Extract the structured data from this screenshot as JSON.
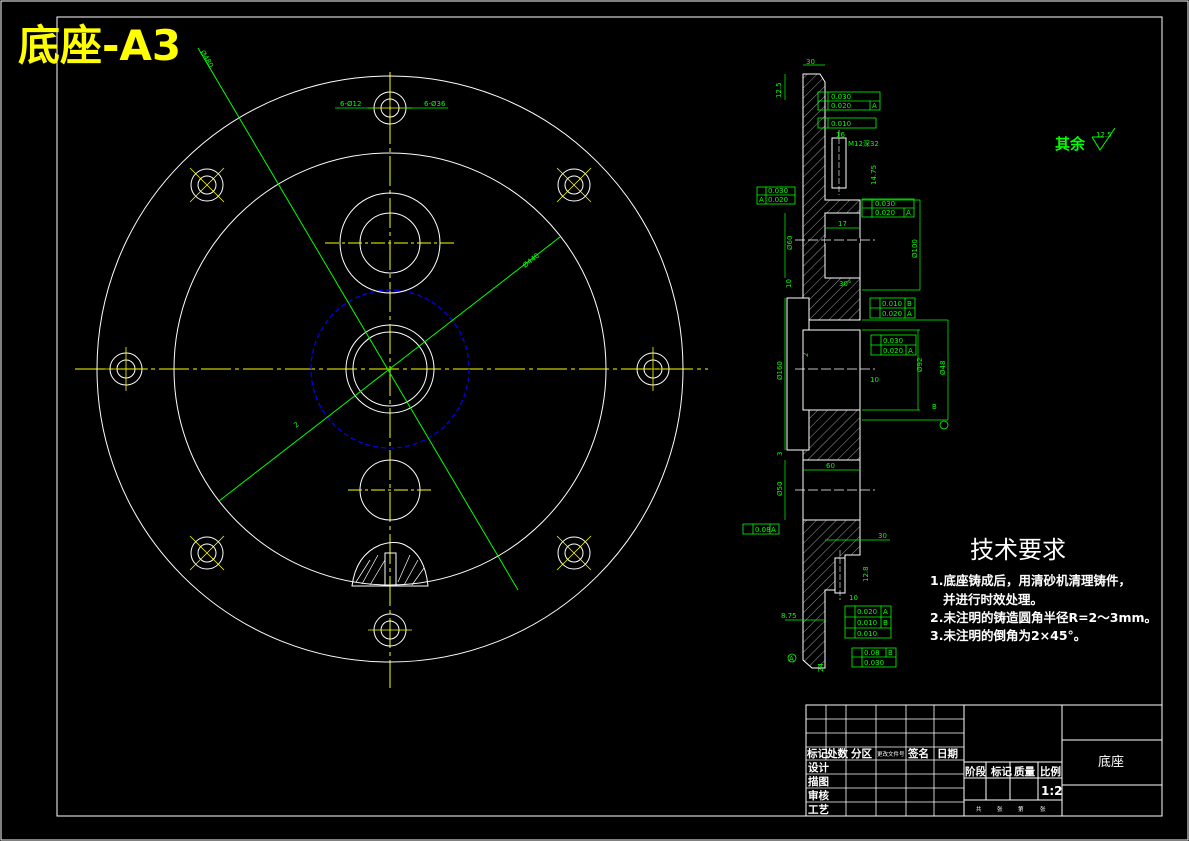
{
  "drawing_title": "底座-A3",
  "colors": {
    "background": "#000000",
    "outline": "#ffffff",
    "centerline": "#ffff00",
    "dimension": "#00ff00",
    "hidden": "#0000ff",
    "title": "#ffff00"
  },
  "plan_view": {
    "dim_holes_small": "6-Ø12",
    "dim_holes_big": "6-Ø36",
    "dim_outer_diameter": "Ø440",
    "dim_diagonal": "Ø480",
    "dim_note_r": "2"
  },
  "section_view": {
    "dims": {
      "top_width": "30",
      "top_height": "12.5",
      "tol_1a": "0.030",
      "tol_1b": "0.020",
      "tol_1b_ref": "A",
      "tol_2": "0.010",
      "thread_depth": "16",
      "thread": "M12深32",
      "depth_1": "14.75",
      "tol_left_a": "0.030",
      "tol_left_b": "0.020",
      "tol_left_ref": "A",
      "tol_3a": "0.030",
      "tol_3b": "0.020",
      "tol_3_ref": "A",
      "width_17": "17",
      "dia_60": "Ø60",
      "dia_100": "Ø100",
      "depth_10": "10",
      "chamfer_30": "30°",
      "tol_4a": "0.010",
      "tol_4a_ref": "B",
      "tol_4b": "0.020",
      "tol_4b_ref": "A",
      "tol_5a": "0.030",
      "tol_5b": "0.020",
      "tol_5_ref": "A",
      "dia_160": "Ø160",
      "mark_2": "2",
      "depth_10b": "10",
      "dia_92": "Ø92",
      "dia_48": "Ø48",
      "ref_b": "B",
      "dim_3": "3",
      "width_60": "60",
      "dia_50": "Ø50",
      "tol_bot_left": "0.08",
      "tol_bot_left_ref": "A",
      "width_30": "30",
      "h_128": "12.8",
      "h_10": "10",
      "tol_6a": "0.020",
      "tol_6a_ref": "A",
      "tol_6b": "0.010",
      "tol_6b_ref": "B",
      "tol_6c": "0.010",
      "h_875": "8.75",
      "h_24": "24",
      "tol_7a": "0.08",
      "tol_7a_ref": "B",
      "tol_7b": "0.030",
      "ref_a": "A"
    }
  },
  "surface_note": {
    "label": "其余",
    "value": "12.5"
  },
  "tech": {
    "title": "技术要求",
    "items": [
      "1.底座铸成后，用清砂机清理铸件，",
      "   并进行时效处理。",
      "2.未注明的铸造圆角半径R=2～3mm。",
      "3.未注明的倒角为2×45°。"
    ]
  },
  "title_block": {
    "part_name": "底座",
    "row_headers": [
      "标记",
      "处数",
      "分区",
      "更改文件号",
      "签名",
      "日期"
    ],
    "roles": [
      "设计",
      "描图",
      "审核",
      "工艺"
    ],
    "stage_headers": [
      "阶段",
      "标记",
      "质量",
      "比例"
    ],
    "scale": "1:2",
    "sheet_labels": [
      "共",
      "张",
      "第",
      "张"
    ]
  }
}
